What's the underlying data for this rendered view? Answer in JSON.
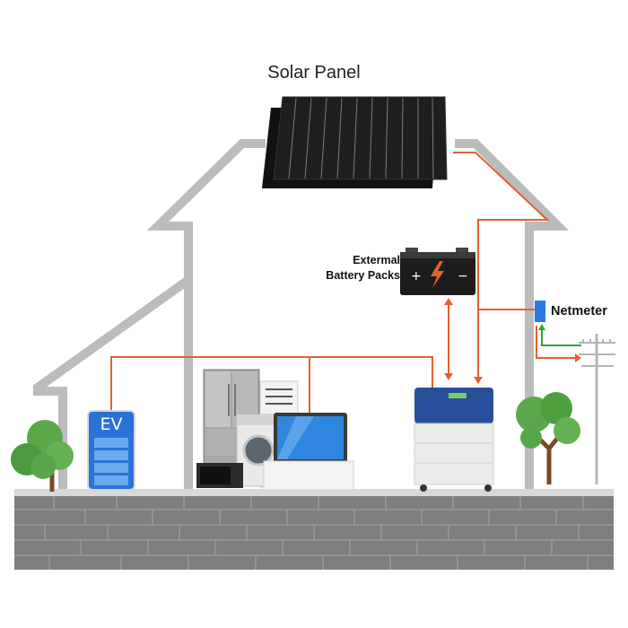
{
  "title": "Solar Panel",
  "labels": {
    "battery_line1": "Extermal",
    "battery_line2": "Battery Packs",
    "netmeter": "Netmeter",
    "ev": "EV"
  },
  "colors": {
    "house_outline": "#bcbcbc",
    "power_line": "#e2622b",
    "grid_line": "#2fa33a",
    "solar_panel": "#1b1b1b",
    "ev_charger": "#2a72d6",
    "netmeter": "#2a7be0",
    "tree_leaves": "#5aa84a",
    "ground_wall": "#7d7d7d"
  },
  "icons": [
    "solar-panel-icon",
    "battery-icon",
    "lightning-icon",
    "ev-charger-icon",
    "fridge-icon",
    "air-conditioner-icon",
    "washing-machine-icon",
    "microwave-icon",
    "laptop-icon",
    "inverter-battery-icon",
    "netmeter-icon",
    "utility-pole-icon",
    "tree-icon"
  ]
}
